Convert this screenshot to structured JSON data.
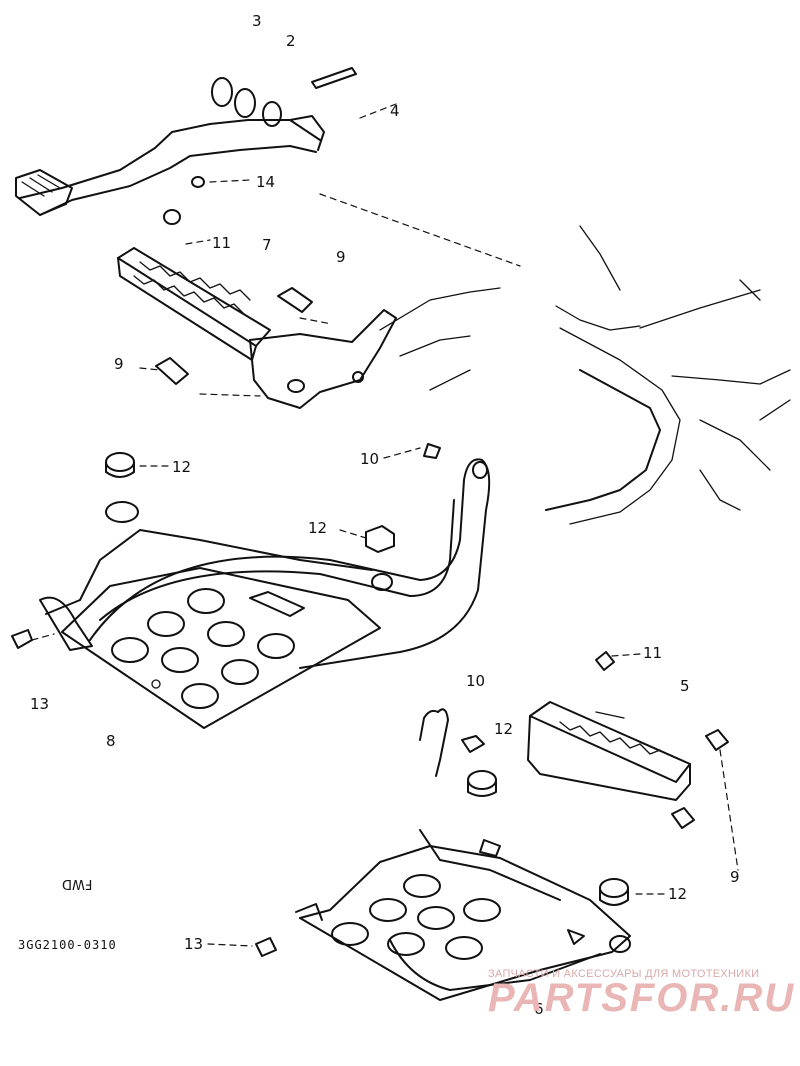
{
  "diagram": {
    "callouts": {
      "c1": "3",
      "c2": "2",
      "c3": "4",
      "c4": "14",
      "c5": "11",
      "c6": "7",
      "c7": "9",
      "c8": "9",
      "c9": "12",
      "c10": "10",
      "c11": "12",
      "c12": "13",
      "c13": "8",
      "c14": "10",
      "c15": "11",
      "c16": "5",
      "c17": "12",
      "c18": "9",
      "c19": "12",
      "c20": "13",
      "c21": "6"
    },
    "part_code": "3GG2100-0310",
    "direction_mark": "FWD"
  },
  "watermark": {
    "tagline": "ЗАПЧАСТИ И АКСЕССУАРЫ ДЛЯ МОТОТЕХНИКИ",
    "brand": "PARTSFOR.RU",
    "color": "#e9b5b5"
  }
}
